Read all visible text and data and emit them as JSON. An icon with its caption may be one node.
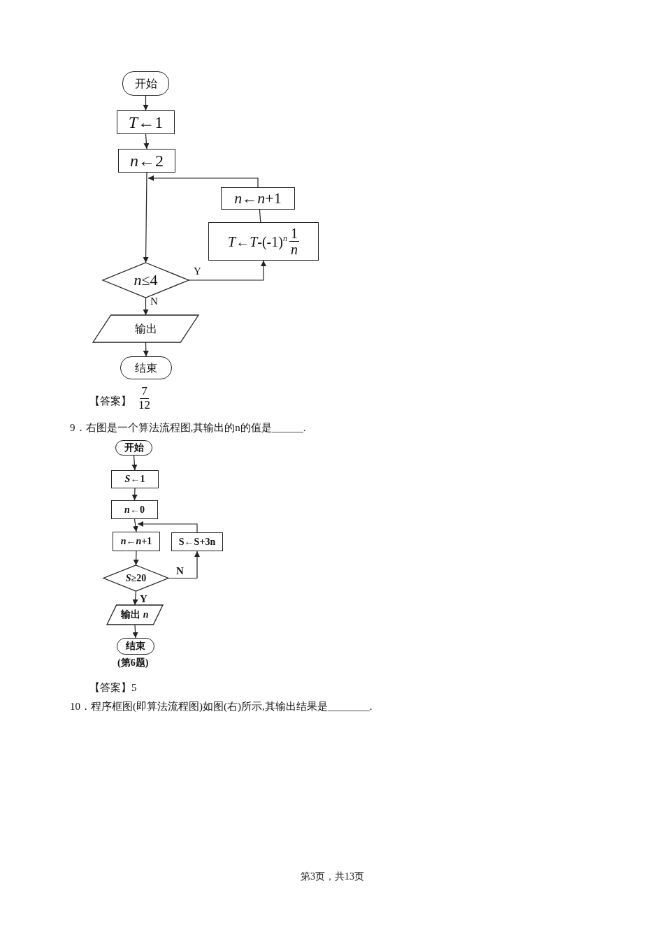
{
  "diagram": {
    "nodes": [
      {
        "text": [
          "开始"
        ]
      },
      {
        "text": [
          "*T*←1"
        ]
      },
      {
        "text": [
          "*n*←2"
        ]
      },
      {
        "text": [
          "*n*≤4"
        ]
      },
      {
        "text": [
          "*T*←*T*-(-1)$^{n}$",
          "1",
          "*n*"
        ]
      },
      {
        "text": [
          "*n*←*n*+1"
        ]
      },
      {
        "text": [
          "输出"
        ]
      },
      {
        "text": [
          "结束"
        ]
      },
      {
        "text": [
          "开始"
        ]
      },
      {
        "text": [
          "*S*←1"
        ]
      },
      {
        "text": [
          "*n*←0"
        ]
      },
      {
        "text": [
          "*n*←*n*+1"
        ]
      },
      {
        "text": [
          "*S*≥20"
        ]
      },
      {
        "text": [
          "S←S+3n"
        ]
      },
      {
        "text": [
          "输出 *n*"
        ]
      },
      {
        "text": [
          "结束"
        ]
      }
    ],
    "edges": [
      {
        "from": 0,
        "to": 1,
        "arrow": "to"
      },
      {
        "from": 1,
        "to": 2,
        "arrow": "to"
      },
      {
        "from": 2,
        "to": 3,
        "arrow": "to"
      },
      {
        "from": 3,
        "to": 4,
        "arrow": "to",
        "label": "Y"
      },
      {
        "from": 4,
        "to": 5,
        "arrow": "to"
      },
      {
        "from": 5,
        "to": 2,
        "arrow": "to"
      },
      {
        "from": 3,
        "to": 6,
        "arrow": "to",
        "label": "N"
      },
      {
        "from": 6,
        "to": 7,
        "arrow": "to"
      },
      {
        "from": 8,
        "to": 9,
        "arrow": "to"
      },
      {
        "from": 9,
        "to": 10,
        "arrow": "to"
      },
      {
        "from": 10,
        "to": 11,
        "arrow": "to"
      },
      {
        "from": 11,
        "to": 12,
        "arrow": "to"
      },
      {
        "from": 12,
        "to": 13,
        "arrow": "to",
        "label": "N"
      },
      {
        "from": 13,
        "to": 11,
        "arrow": "to"
      },
      {
        "from": 12,
        "to": 14,
        "arrow": "to",
        "label": "Y"
      },
      {
        "from": 14,
        "to": 15,
        "arrow": "to"
      }
    ],
    "labels": [
      "【答案】",
      "7",
      "12",
      "9．右图是一个算法流程图,其输出的n的值是______.",
      "(第6题)",
      "【答案】5",
      "10．程序框图(即算法流程图)如图(右)所示,其输出结果是________.",
      "第3页，共13页"
    ]
  }
}
